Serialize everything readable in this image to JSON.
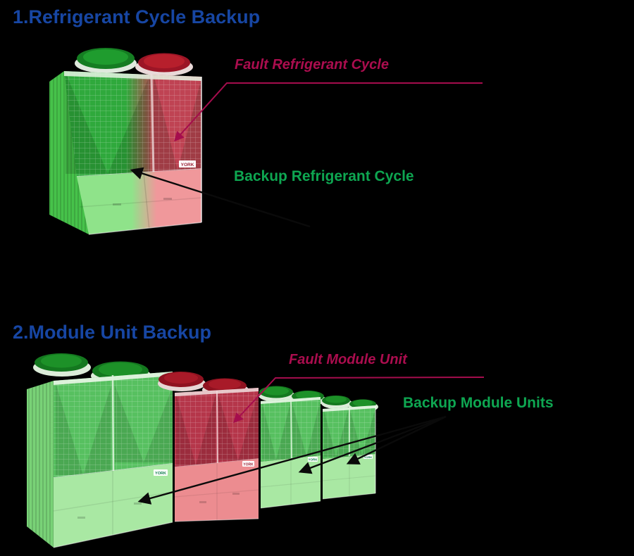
{
  "page": {
    "background": "#000000",
    "kind": "product backup concept diagram"
  },
  "sections": [
    {
      "title": "1.Refrigerant Cycle Backup",
      "labels": {
        "fault": "Fault Refrigerant Cycle",
        "backup": "Backup Refrigerant Cycle"
      },
      "illustration": "single modular chiller unit, left refrigerant cycle tinted green (backup), right cycle tinted red (fault)"
    },
    {
      "title": "2.Module Unit Backup",
      "labels": {
        "fault": "Fault Module Unit",
        "backup": "Backup Module Units"
      },
      "illustration": "row of four chiller modules, second module tinted red (fault), other three tinted green (backup)"
    }
  ],
  "brand_label": "YORK",
  "colors": {
    "title_blue": "#1746a3",
    "fault_crimson": "#ab0d4e",
    "backup_green": "#0ea651",
    "fault_fill_red": "#bf4353",
    "backup_fill_green": "#57c060",
    "background": "#000000"
  }
}
